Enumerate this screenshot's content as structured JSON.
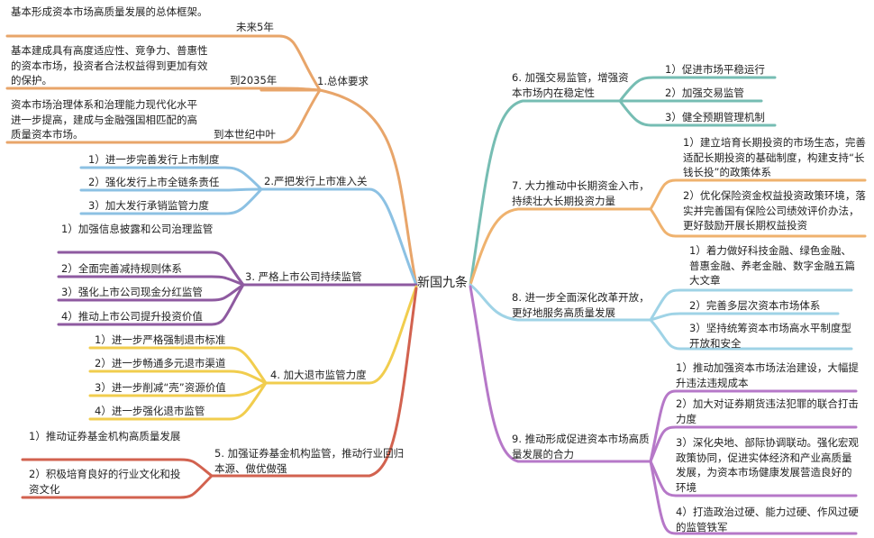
{
  "center": "新国九条",
  "colors": {
    "b1": "#e8a56a",
    "b2": "#8cc1e3",
    "b3": "#8e5aa0",
    "b4": "#f1cd4e",
    "b5": "#d2624f",
    "b6": "#76bdb3",
    "b7": "#efb26e",
    "b8": "#9fd3e6",
    "b9": "#b678c8"
  },
  "branches": {
    "b1": {
      "title": "1.总体要求",
      "sub": [
        {
          "label": "未来5年",
          "detail": "基本形成资本市场高质量发展的总体框架。"
        },
        {
          "label": "到2035年",
          "detail": "基本建成具有高度适应性、竞争力、普惠性的资本市场，投资者合法权益得到更加有效的保护。"
        },
        {
          "label": "到本世纪中叶",
          "detail": "资本市场治理体系和治理能力现代化水平进一步提高，建成与金融强国相匹配的高质量资本市场。"
        }
      ]
    },
    "b2": {
      "title": "2.严把发行上市准入关",
      "items": [
        "1）进一步完善发行上市制度",
        "2）强化发行上市全链条责任",
        "3）加大发行承销监管力度"
      ]
    },
    "b3": {
      "title": "3. 严格上市公司持续监管",
      "items": [
        "1）加强信息披露和公司治理监管",
        "2）全面完善减持规则体系",
        "3）强化上市公司现金分红监管",
        "4）推动上市公司提升投资价值"
      ]
    },
    "b4": {
      "title": "4. 加大退市监管力度",
      "items": [
        "1）进一步严格强制退市标准",
        "2）进一步畅通多元退市渠道",
        "3）进一步削减“壳”资源价值",
        "4）进一步强化退市监管"
      ]
    },
    "b5": {
      "title": "5. 加强证券基金机构监管，推动行业回归本源、做优做强",
      "items": [
        "1）推动证券基金机构高质量发展",
        "2）积极培育良好的行业文化和投资文化"
      ]
    },
    "b6": {
      "title": "6. 加强交易监管，增强资本市场内在稳定性",
      "items": [
        "1）促进市场平稳运行",
        "2）加强交易监管",
        "3）健全预期管理机制"
      ]
    },
    "b7": {
      "title": "7. 大力推动中长期资金入市，持续壮大长期投资力量",
      "items": [
        "1）建立培育长期投资的市场生态，完善适配长期投资的基础制度，构建支持“长钱长投”的政策体系",
        "2）优化保险资金权益投资政策环境，落实并完善国有保险公司绩效评价办法，更好鼓励开展长期权益投资"
      ]
    },
    "b8": {
      "title": "8. 进一步全面深化改革开放，更好地服务高质量发展",
      "items": [
        "1）着力做好科技金融、绿色金融、普惠金融、养老金融、数字金融五篇大文章",
        "2）完善多层次资本市场体系",
        "3）坚持统筹资本市场高水平制度型开放和安全"
      ]
    },
    "b9": {
      "title": "9. 推动形成促进资本市场高质量发展的合力",
      "items": [
        "1）推动加强资本市场法治建设，大幅提升违法违规成本",
        "2）加大对证券期货违法犯罪的联合打击力度",
        "3）深化央地、部际协调联动。强化宏观政策协同，促进实体经济和产业高质量发展，为资本市场健康发展营造良好的环境",
        "4）打造政治过硬、能力过硬、作风过硬的监管铁军"
      ]
    }
  }
}
